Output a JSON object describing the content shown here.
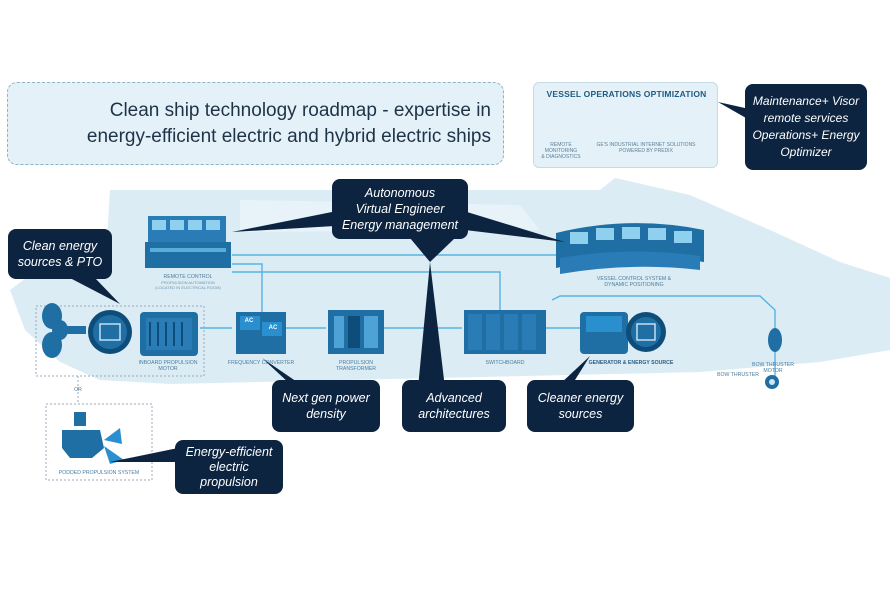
{
  "title_box": {
    "line1": "Clean ship technology roadmap - expertise in",
    "line2": "energy-efficient electric and hybrid electric ships"
  },
  "ops_panel": {
    "title": "VESSEL OPERATIONS OPTIMIZATION",
    "caption_left_1": "REMOTE MONITORING",
    "caption_left_2": "& DIAGNOSTICS",
    "caption_right_1": "GE'S INDUSTRIAL INTERNET SOLUTIONS",
    "caption_right_2": "POWERED BY PREDIX"
  },
  "callouts": {
    "visor": {
      "line1": "Maintenance+ Visor",
      "line2": "remote services",
      "line3": "Operations+ Energy",
      "line4": "Optimizer"
    },
    "engineer": {
      "line1": "Autonomous",
      "line2": "Virtual Engineer",
      "line3": "Energy management"
    },
    "clean_sources": {
      "line1": "Clean energy",
      "line2": "sources & PTO"
    },
    "next_gen": {
      "line1": "Next gen power",
      "line2": "density"
    },
    "architectures": {
      "line1": "Advanced",
      "line2": "architectures"
    },
    "cleaner": {
      "line1": "Cleaner energy",
      "line2": "sources"
    },
    "propulsion": {
      "line1": "Energy-efficient",
      "line2": "electric",
      "line3": "propulsion"
    }
  },
  "labels": {
    "remote_control": "REMOTE CONTROL",
    "remote_control_sub1": "PROPULSION AUTOMATION",
    "remote_control_sub2": "(LOCATED IN ELECTRICAL ROOM)",
    "vessel_control_1": "VESSEL CONTROL SYSTEM &",
    "vessel_control_2": "DYNAMIC POSITIONING",
    "inboard_1": "INBOARD PROPULSION",
    "inboard_2": "MOTOR",
    "freq_conv": "FREQUENCY CONVERTER",
    "prop_trans_1": "PROPULSION",
    "prop_trans_2": "TRANSFORMER",
    "switchboard": "SWITCHBOARD",
    "generator": "GENERATOR & ENERGY SOURCE",
    "bow_motor_1": "BOW THRUSTER",
    "bow_motor_2": "MOTOR",
    "bow_thruster": "BOW THRUSTER",
    "or": "OR",
    "podded": "PODDED PROPULSION SYSTEM",
    "ac1": "AC",
    "ac2": "AC"
  },
  "colors": {
    "navy": "#0c2440",
    "ship_fill": "#dcecf5",
    "equipment_blue": "#1f6fa5",
    "line_blue": "#57b3e0"
  },
  "icons": [
    "propeller-icon",
    "motor-icon",
    "transformer-icon",
    "cloud-icon",
    "monitor-icon",
    "operator-icon",
    "thruster-icon"
  ]
}
